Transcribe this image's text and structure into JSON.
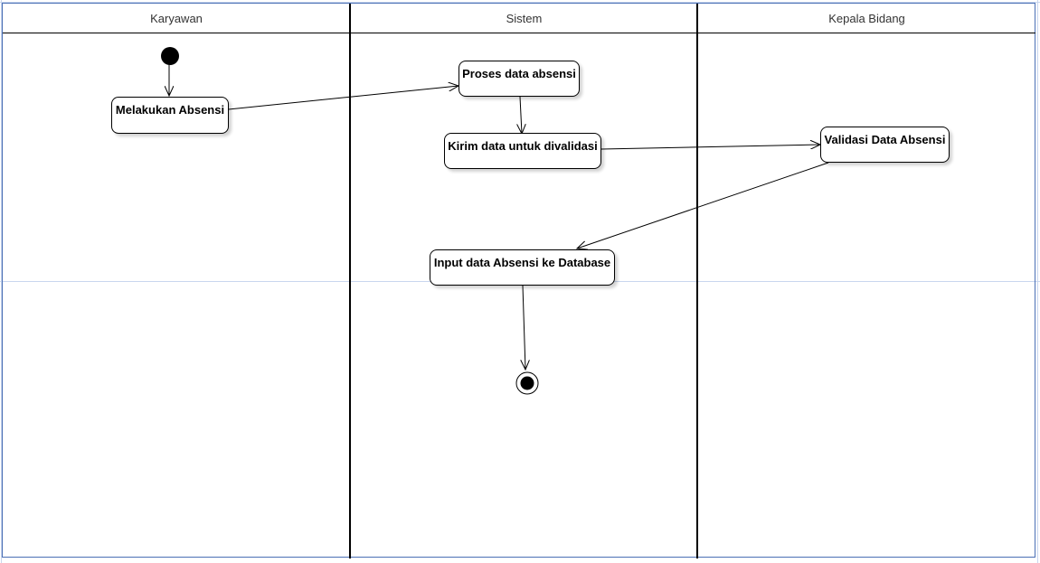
{
  "lanes": [
    {
      "name": "Karyawan"
    },
    {
      "name": "Sistem"
    },
    {
      "name": "Kepala Bidang"
    }
  ],
  "activities": {
    "melakukan_absensi": "Melakukan Absensi",
    "proses_data_absensi": "Proses data absensi",
    "kirim_data": "Kirim data untuk divalidasi",
    "validasi_data": "Validasi Data Absensi",
    "input_data": "Input data Absensi ke Database"
  },
  "colors": {
    "line": "#000000",
    "frame": "#4a6fb5",
    "guide": "#c9d6ee"
  }
}
